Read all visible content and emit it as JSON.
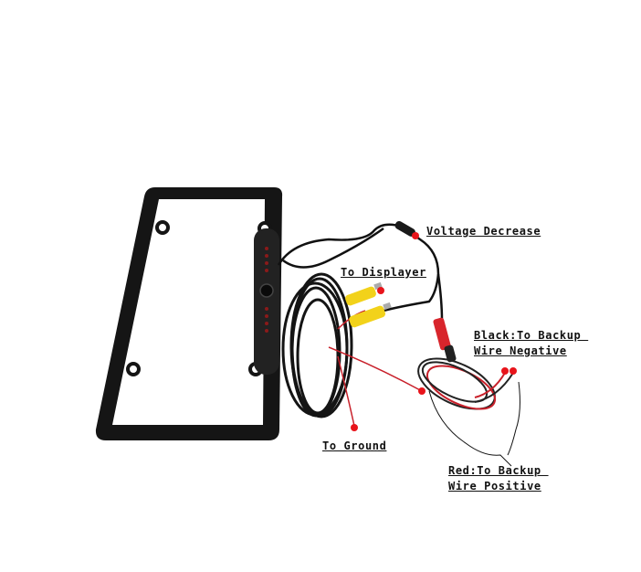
{
  "labels": {
    "voltage_decrease": "Voltage Decrease",
    "to_displayer": "To Displayer",
    "black_line1": "Black:To Backup ",
    "black_line2": "Wire Negative",
    "to_ground": "To Ground",
    "red_line1": "Red:To Backup ",
    "red_line2": "Wire Positive"
  },
  "colors": {
    "marker": "#e8141b",
    "rca": "#f2d21a",
    "frame": "#141414",
    "red_wire": "#c8202a"
  }
}
